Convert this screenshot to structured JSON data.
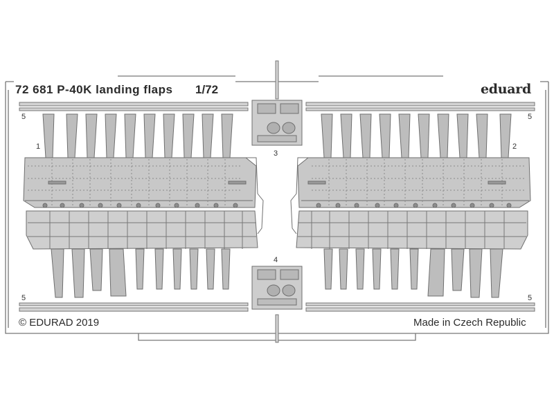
{
  "fret": {
    "title": "72 681  P-40K landing flaps",
    "scale": "1/72",
    "brand": "eduard",
    "copyright": "© EDURAD 2019",
    "origin": "Made in Czech Republic",
    "part_numbers": {
      "p1": "1",
      "p2": "2",
      "p3": "3",
      "p4": "4",
      "p5_tl": "5",
      "p5_tr": "5",
      "p5_bl": "5",
      "p5_br": "5"
    },
    "colors": {
      "metal": "#c4c4c4",
      "metal_dark": "#a9a9a9",
      "outline": "#6e6e6e",
      "text": "#2b2b2b"
    }
  }
}
